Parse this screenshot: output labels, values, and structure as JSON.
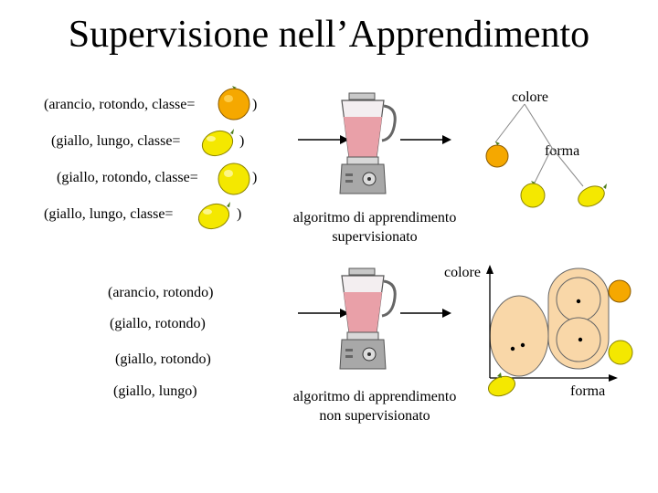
{
  "title": "Supervisione nell’Apprendimento",
  "supervised": {
    "examples": [
      {
        "prefix": "(arancio, rotondo, classe=",
        "class_icon": "orange-icon",
        "suffix": ")"
      },
      {
        "prefix": "(giallo, lungo, classe=",
        "class_icon": "lemon-icon",
        "suffix": ")"
      },
      {
        "prefix": "(giallo, rotondo, classe=",
        "class_icon": "orange-icon",
        "suffix": ")"
      },
      {
        "prefix": "(giallo, lungo, classe=",
        "class_icon": "lemon-icon",
        "suffix": ")"
      }
    ],
    "caption_line1": "algoritmo di apprendimento",
    "caption_line2": "supervisionato",
    "axis_colore": "colore",
    "axis_forma": "forma"
  },
  "unsupervised": {
    "examples": [
      "(arancio, rotondo)",
      "(giallo, rotondo)",
      "(giallo, rotondo)",
      "(giallo, lungo)"
    ],
    "caption_line1": "algoritmo di apprendimento",
    "caption_line2": "non supervisionato",
    "axis_colore": "colore",
    "axis_forma": "forma"
  },
  "colors": {
    "orange": "#f5a800",
    "lemon": "#f4e800",
    "cluster_fill": "#f9d7a8",
    "blender_jar": "#e9a0a8",
    "blender_base": "#a8a8a8"
  }
}
